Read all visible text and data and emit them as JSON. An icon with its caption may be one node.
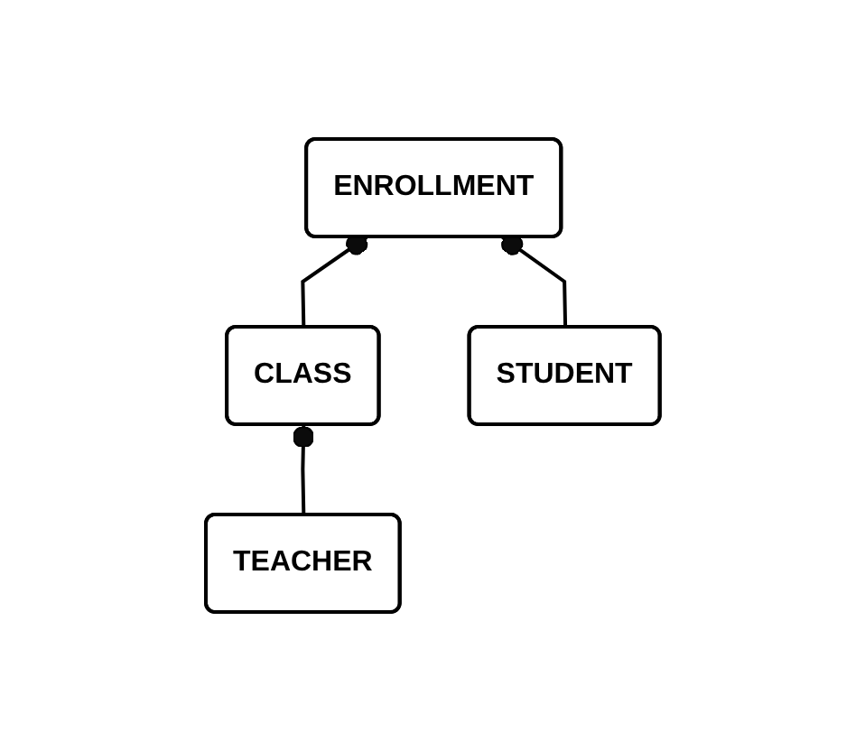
{
  "diagram": {
    "nodes": [
      {
        "text": [
          "ENROLLMENT"
        ]
      },
      {
        "text": [
          "CLASS"
        ]
      },
      {
        "text": [
          "STUDENT"
        ]
      },
      {
        "text": [
          "TEACHER"
        ]
      }
    ],
    "edges": [
      {
        "from": 1,
        "to": 0,
        "arrow": "other"
      },
      {
        "from": 2,
        "to": 0,
        "arrow": "other"
      },
      {
        "from": 3,
        "to": 1,
        "arrow": "other"
      }
    ]
  }
}
